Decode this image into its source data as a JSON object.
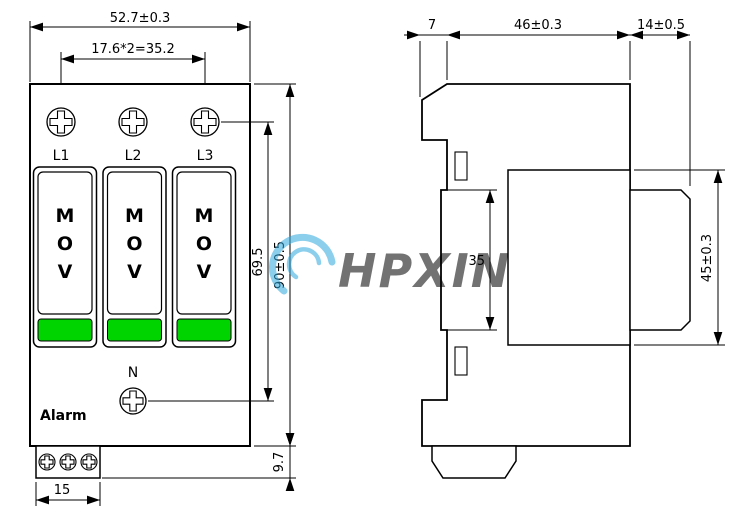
{
  "watermark": {
    "text": "HPXIN"
  },
  "colors": {
    "indicator_green": "#00d400",
    "watermark_blue": "#2ea9e0"
  },
  "front_view": {
    "dims": {
      "total_width": "52.7±0.3",
      "screw_spacing": "17.6*2=35.2",
      "screw_to_neutral": "69.5",
      "total_height": "90±0.5",
      "terminal_depth": "9.7",
      "foot_width": "15"
    },
    "terminal_labels": [
      "L1",
      "L2",
      "L3"
    ],
    "module_letters": [
      "M",
      "O",
      "V"
    ],
    "neutral_label": "N",
    "alarm_label": "Alarm"
  },
  "side_view": {
    "dims": {
      "rear_clip_depth": "7",
      "body_depth": "46±0.3",
      "front_depth": "14±0.5",
      "rail_recess_height": "35",
      "module_height": "45±0.3"
    }
  }
}
